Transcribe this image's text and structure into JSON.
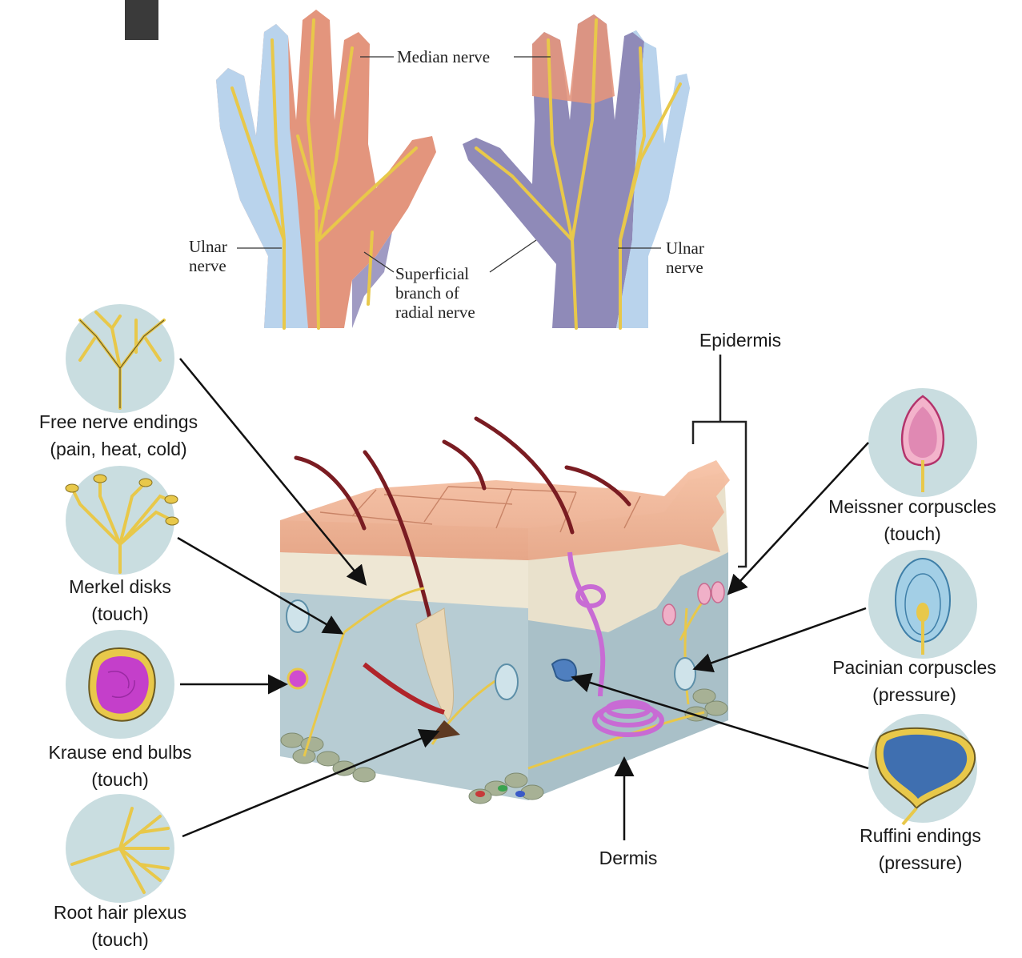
{
  "hands": {
    "median_nerve": "Median nerve",
    "ulnar_left": [
      "Ulnar",
      "nerve"
    ],
    "ulnar_right": [
      "Ulnar",
      "nerve"
    ],
    "superficial": [
      "Superficial",
      "branch of",
      "radial nerve"
    ]
  },
  "skin": {
    "epidermis": "Epidermis",
    "dermis": "Dermis"
  },
  "receptors": {
    "free_nerve": [
      "Free nerve endings",
      "(pain, heat, cold)"
    ],
    "merkel": [
      "Merkel disks",
      "(touch)"
    ],
    "krause": [
      "Krause end bulbs",
      "(touch)"
    ],
    "root_hair": [
      "Root hair plexus",
      "(touch)"
    ],
    "meissner": [
      "Meissner corpuscles",
      "(touch)"
    ],
    "pacinian": [
      "Pacinian corpuscles",
      "(pressure)"
    ],
    "ruffini": [
      "Ruffini endings",
      "(pressure)"
    ]
  },
  "colors": {
    "nerve": "#e8c84a",
    "ulnar_zone": "#b9d3ec",
    "median_zone": "#e3957d",
    "radial_zone": "#8f8ab8",
    "circle_bg": "#c9dde0",
    "dermis": "#b7ccd3",
    "epidermis_top": "#f2b89a"
  }
}
